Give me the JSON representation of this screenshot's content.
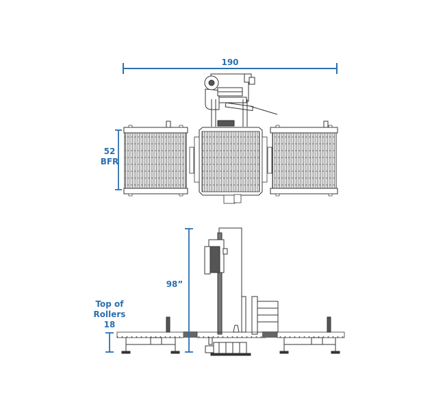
{
  "diagram": {
    "type": "engineering-drawing",
    "accent_color": "#2a6fb0",
    "line_color": "#333333",
    "top_view": {
      "overall_width_label": "190",
      "conveyor_width_label_line1": "52",
      "conveyor_width_label_line2": "BFR"
    },
    "side_view": {
      "overall_height_label": "98”",
      "roller_height_label_line1": "Top of",
      "roller_height_label_line2": "Rollers",
      "roller_height_label_line3": "18"
    }
  }
}
